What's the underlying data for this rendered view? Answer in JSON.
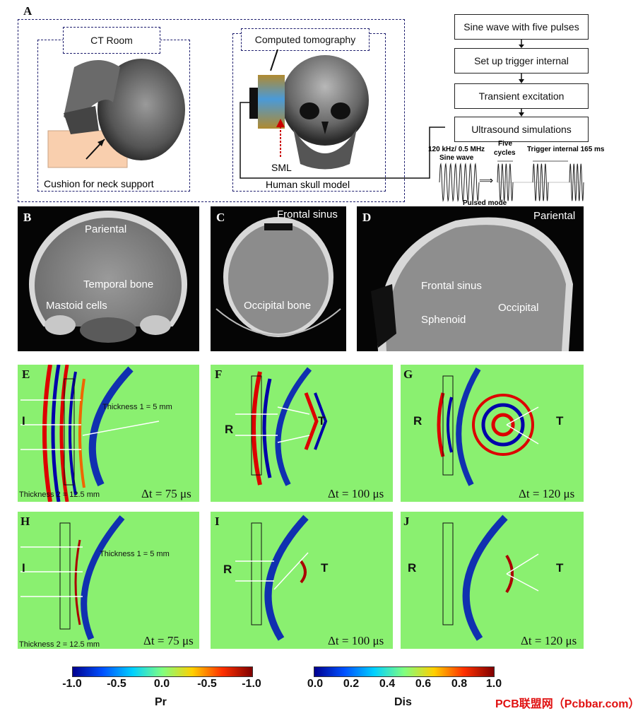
{
  "panels": {
    "a": "A",
    "b": "B",
    "c": "C",
    "d": "D",
    "e": "E",
    "f": "F",
    "g": "G",
    "h": "H",
    "i": "I",
    "j": "J"
  },
  "setup": {
    "ct_room": "CT Room",
    "computed_tomography": "Computed tomography",
    "cushion": "Cushion for neck support",
    "sml": "SML",
    "human_skull": "Human skull model"
  },
  "flow": {
    "steps": [
      "Sine wave with five pulses",
      "Set up trigger internal",
      "Transient excitation",
      "Ultrasound simulations"
    ],
    "freq": "120 kHz/ 0.5 MHz",
    "sine_wave": "Sine wave",
    "five": "Five",
    "cycles": "cycles",
    "trigger": "Trigger internal 165 ms",
    "pulsed": "Pulsed mode",
    "arrow_glyph": "⟹"
  },
  "ct_labels": {
    "b_parietal": "Pariental",
    "b_temporal": "Temporal bone",
    "b_mastoid": "Mastoid cells",
    "c_frontal": "Frontal sinus",
    "c_occipital": "Occipital bone",
    "d_parietal": "Pariental",
    "d_frontal": "Frontal sinus",
    "d_occipital": "Occipital",
    "d_sphenoid": "Sphenoid"
  },
  "sim": {
    "thickness1": "Thickness 1 = 5 mm",
    "thickness2": "Thickness 2 = 12.5 mm",
    "incident": "I",
    "reflected": "R",
    "transmitted": "T",
    "dt75": "Δt = 75 μs",
    "dt100": "Δt = 100 μs",
    "dt120": "Δt = 120 μs"
  },
  "colorbars": {
    "pr": {
      "label": "Pr",
      "ticks": [
        "-1.0",
        "-0.5",
        "0.0",
        "-0.5",
        "-1.0"
      ]
    },
    "dis": {
      "label": "Dis",
      "ticks": [
        "0.0",
        "0.2",
        "0.4",
        "0.6",
        "0.8",
        "1.0"
      ]
    }
  },
  "watermark": "PCB联盟网（Pcbbar.com）"
}
